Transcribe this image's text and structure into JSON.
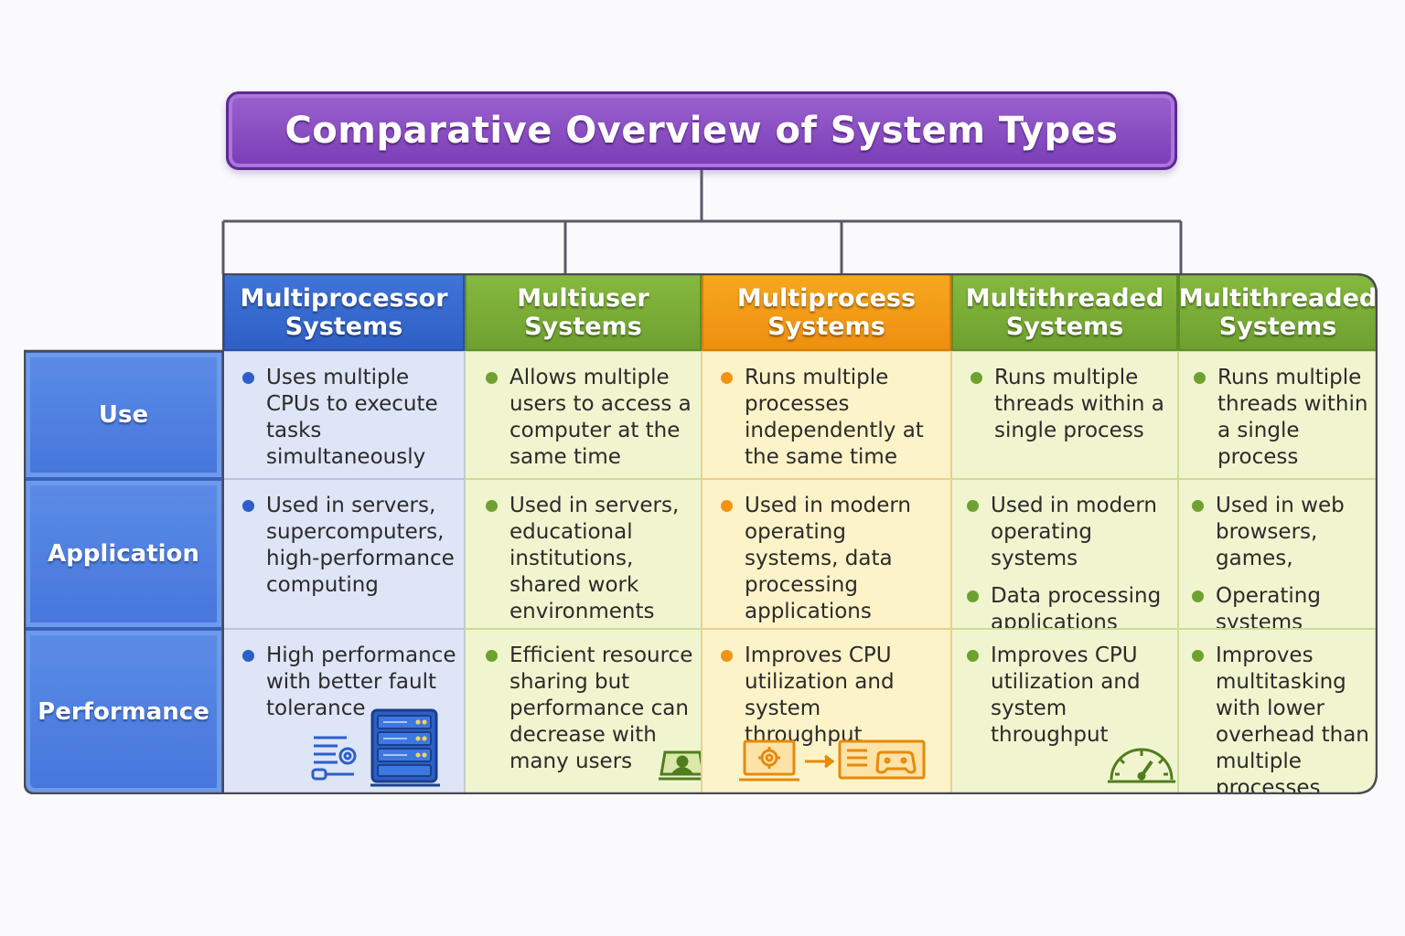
{
  "title": "Comparative Overview of System Types",
  "columns": [
    {
      "label": "Multiprocessor\nSystems",
      "accent": "#3368d0"
    },
    {
      "label": "Multiuser\nSystems",
      "accent": "#78aa36"
    },
    {
      "label": "Multiprocess\nSystems",
      "accent": "#f29a18"
    },
    {
      "label": "Multithreaded\nSystems",
      "accent": "#78aa36"
    },
    {
      "label": "Multithreaded\nSystems",
      "accent": "#78aa36"
    }
  ],
  "rows": [
    {
      "label": "Use"
    },
    {
      "label": "Application"
    },
    {
      "label": "Performance"
    }
  ],
  "cells": {
    "use": [
      [
        "Uses multiple CPUs to execute tasks simultaneously"
      ],
      [
        "Allows multiple users to access a computer at the same time"
      ],
      [
        "Runs multiple processes independently at the same time"
      ],
      [
        "Runs multiple threads within a single process"
      ],
      [
        "Runs multiple threads within a single process"
      ]
    ],
    "application": [
      [
        "Used in servers, supercomputers, high-performance computing"
      ],
      [
        "Used in servers, educational institutions, shared work environments"
      ],
      [
        "Used in modern operating systems, data processing applications"
      ],
      [
        "Used in modern operating systems",
        "Data processing applications"
      ],
      [
        "Used in web browsers, games,",
        "Operating systems"
      ]
    ],
    "performance": [
      [
        "High performance with better fault tolerance"
      ],
      [
        "Efficient resource sharing but performance can decrease with many users"
      ],
      [
        "Improves CPU utilization and system throughput"
      ],
      [
        "Improves CPU utilization and system throughput"
      ],
      [
        "Improves multitasking with lower overhead than multiple processes"
      ]
    ]
  },
  "icons": [
    "config-list-icon",
    "server-rack-icon",
    "user-laptop-icon",
    "cpu-to-task-icon",
    "speedometer-icon"
  ]
}
